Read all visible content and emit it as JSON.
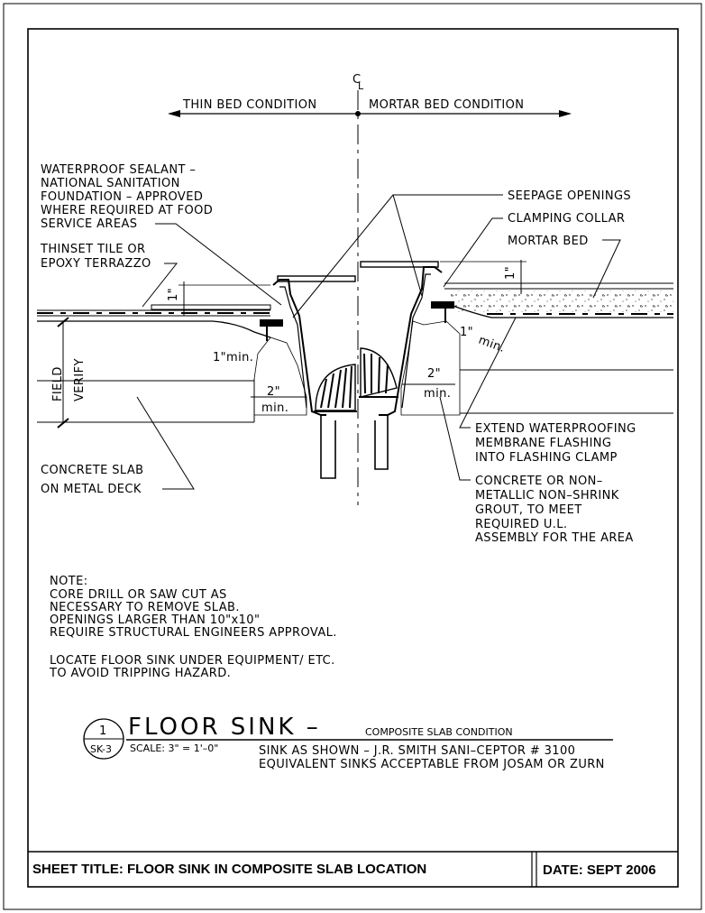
{
  "centerline": {
    "symbol_c": "C",
    "symbol_l": "L"
  },
  "conditions": {
    "left": "THIN BED CONDITION",
    "right": "MORTAR BED CONDITION"
  },
  "callouts": {
    "sealant": [
      "WATERPROOF SEALANT –",
      "NATIONAL SANITATION",
      "FOUNDATION – APPROVED",
      "WHERE REQUIRED AT FOOD",
      "SERVICE AREAS"
    ],
    "tile": [
      "THINSET TILE OR",
      "EPOXY TERRAZZO"
    ],
    "seepage": "SEEPAGE OPENINGS",
    "collar": "CLAMPING COLLAR",
    "mortar": "MORTAR BED",
    "field": [
      "FIELD",
      "VERIFY"
    ],
    "slab": [
      "CONCRETE SLAB",
      "ON METAL DECK"
    ],
    "extend": [
      "EXTEND WATERPROOFING",
      "MEMBRANE FLASHING",
      "INTO FLASHING CLAMP"
    ],
    "grout": [
      "CONCRETE OR NON–",
      "METALLIC NON–SHRINK",
      "GROUT, TO MEET",
      "REQUIRED U.L.",
      "ASSEMBLY FOR THE AREA"
    ]
  },
  "dimensions": {
    "one_inch": "1\"",
    "one_inch_right": "1\"",
    "one_min_left": "1\"min.",
    "two_left": "2\"",
    "min_left": "min.",
    "one_right": "1\"",
    "min_right": "min.",
    "two_right": "2\"",
    "min_right2": "min."
  },
  "notes": [
    "NOTE:",
    "CORE DRILL OR SAW CUT AS",
    "NECESSARY TO REMOVE SLAB.",
    "OPENINGS LARGER THAN 10\"x10\"",
    "REQUIRE STRUCTURAL ENGINEERS APPROVAL.",
    "",
    "LOCATE FLOOR SINK UNDER EQUIPMENT/ ETC.",
    "TO AVOID TRIPPING HAZARD."
  ],
  "detail": {
    "number": "1",
    "sheet_ref": "SK-3",
    "title": "FLOOR SINK –",
    "subtitle": "COMPOSITE SLAB CONDITION",
    "scale": "SCALE:  3\" = 1'–0\"",
    "spec_line1": "SINK AS SHOWN – J.R. SMITH SANI–CEPTOR # 3100",
    "spec_line2": "EQUIVALENT SINKS ACCEPTABLE FROM JOSAM OR ZURN"
  },
  "title_block": {
    "sheet_title": "SHEET TITLE: FLOOR SINK IN COMPOSITE SLAB LOCATION",
    "date": "DATE: SEPT 2006"
  }
}
